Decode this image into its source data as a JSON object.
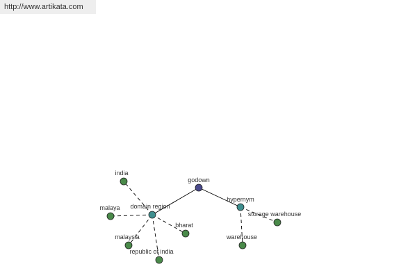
{
  "site": {
    "url": "http://www.artikata.com"
  },
  "graph": {
    "nodes": [
      {
        "id": "godown",
        "label": "godown",
        "role": "root"
      },
      {
        "id": "domain_region",
        "label": "domain region",
        "role": "relation"
      },
      {
        "id": "hypernym",
        "label": "hypernym",
        "role": "relation"
      },
      {
        "id": "india",
        "label": "india",
        "role": "term"
      },
      {
        "id": "malaya",
        "label": "malaya",
        "role": "term"
      },
      {
        "id": "bharat",
        "label": "bharat",
        "role": "term"
      },
      {
        "id": "malaysia",
        "label": "malaysia",
        "role": "term"
      },
      {
        "id": "republic_of_india",
        "label": "republic of india",
        "role": "term"
      },
      {
        "id": "storage_warehouse",
        "label": "storage warehouse",
        "role": "term"
      },
      {
        "id": "warehouse",
        "label": "warehouse",
        "role": "term"
      }
    ],
    "edges": [
      {
        "from": "godown",
        "to": "domain_region",
        "style": "solid"
      },
      {
        "from": "godown",
        "to": "hypernym",
        "style": "solid"
      },
      {
        "from": "domain_region",
        "to": "india",
        "style": "dashed"
      },
      {
        "from": "domain_region",
        "to": "malaya",
        "style": "dashed"
      },
      {
        "from": "domain_region",
        "to": "bharat",
        "style": "dashed"
      },
      {
        "from": "domain_region",
        "to": "malaysia",
        "style": "dashed"
      },
      {
        "from": "domain_region",
        "to": "republic_of_india",
        "style": "dashed"
      },
      {
        "from": "hypernym",
        "to": "storage_warehouse",
        "style": "dashed"
      },
      {
        "from": "hypernym",
        "to": "warehouse",
        "style": "dashed"
      }
    ],
    "colors": {
      "root": "#4a4a8c",
      "relation": "#3f8f8f",
      "term": "#4a8a4a",
      "stroke": "#222222",
      "edge": "#000000"
    }
  }
}
